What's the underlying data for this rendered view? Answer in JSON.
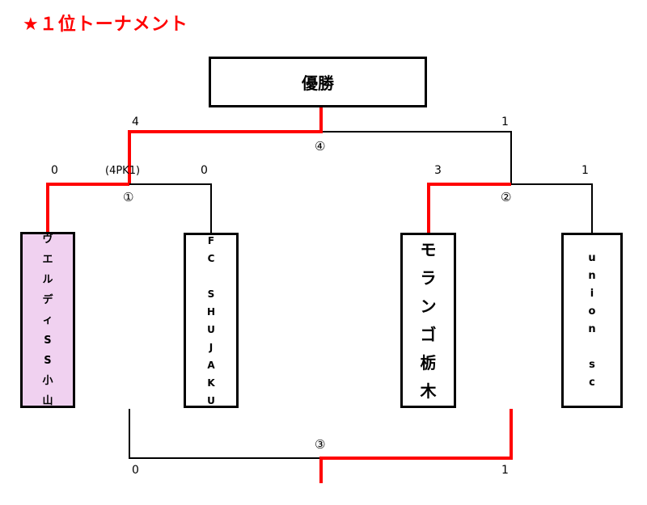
{
  "title": "★１位トーナメント",
  "champion": "優勝",
  "teams": {
    "t1": "ヴ\nエ\nル\nデ\nィ\nS\nS\n小\n山",
    "t2": "F\nC\n\nS\nH\nU\nJ\nA\nK\nU",
    "t3": "モ\nラ\nン\nゴ\n栃\n木",
    "t4": "u\nn\ni\no\nn\n\ns\nc"
  },
  "matches": {
    "m1": {
      "label": "①",
      "score_left": "0",
      "score_left_note": "(4PK1)",
      "score_right": "0"
    },
    "m2": {
      "label": "②",
      "score_left": "3",
      "score_right": "1"
    },
    "m3": {
      "label": "③",
      "score_left": "0",
      "score_right": "1"
    },
    "m4": {
      "label": "④",
      "score_left": "4",
      "score_right": "1"
    }
  },
  "colors": {
    "winner_line": "#ff0000",
    "line": "#000000",
    "highlight_team": "#f0d1f0"
  }
}
